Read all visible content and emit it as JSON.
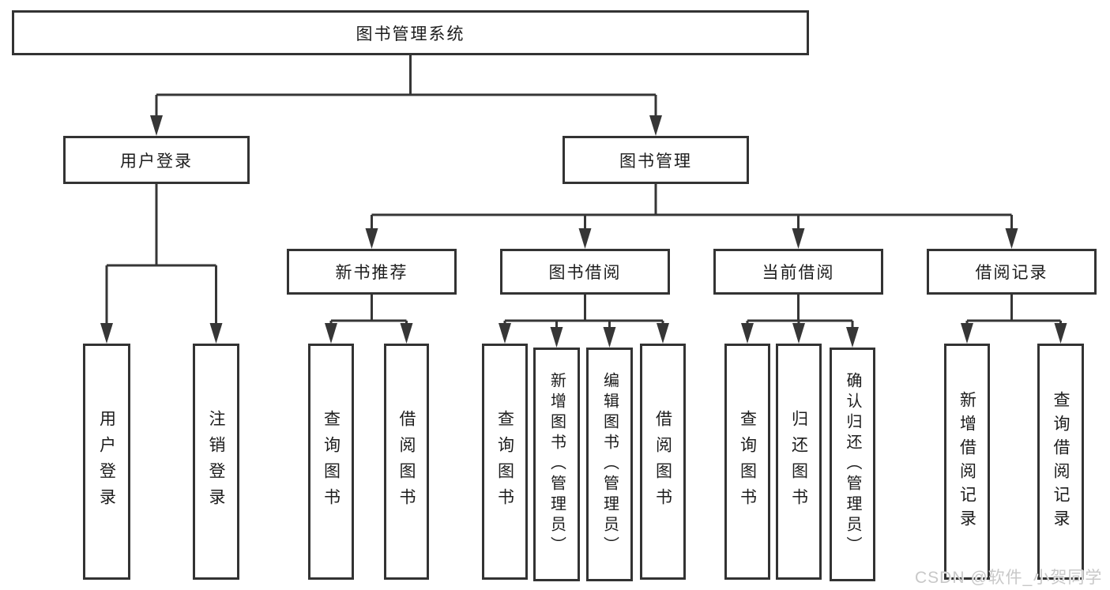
{
  "tree": {
    "root": "图书管理系统",
    "branches": [
      {
        "label": "用户登录",
        "children": [
          "用户登录",
          "注销登录"
        ]
      },
      {
        "label": "图书管理",
        "groups": [
          {
            "label": "新书推荐",
            "children": [
              "查询图书",
              "借阅图书"
            ]
          },
          {
            "label": "图书借阅",
            "children": [
              "查询图书",
              "新增图书（管理员）",
              "编辑图书（管理员）",
              "借阅图书"
            ]
          },
          {
            "label": "当前借阅",
            "children": [
              "查询图书",
              "归还图书",
              "确认归还（管理员）"
            ]
          },
          {
            "label": "借阅记录",
            "children": [
              "新增借阅记录",
              "查询借阅记录"
            ]
          }
        ]
      }
    ]
  },
  "watermark": {
    "text": "CSDN @软件_小贺同学"
  },
  "colors": {
    "line": "#363636",
    "border": "#333333",
    "text": "#1c1c1c",
    "watermark": "#c8c8c8"
  }
}
